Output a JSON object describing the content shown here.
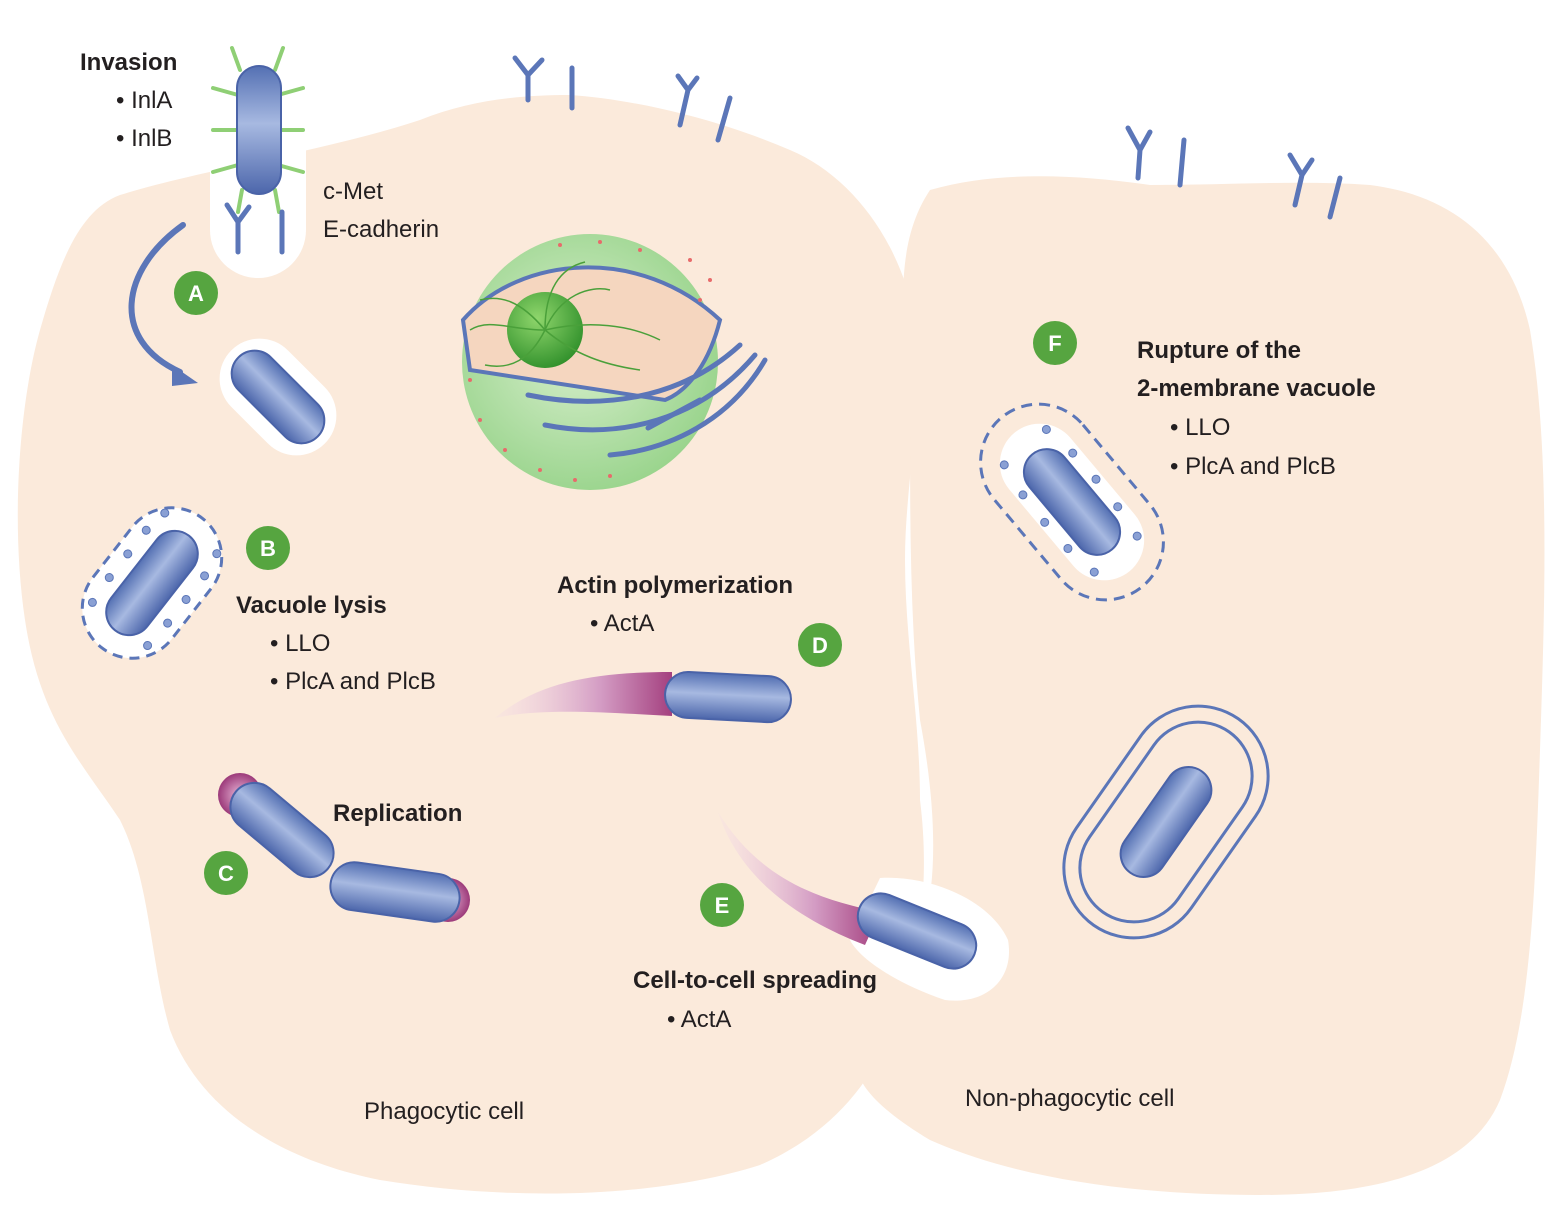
{
  "invasion": {
    "title": "Invasion",
    "items": [
      "• InlA",
      "• InlB"
    ],
    "receptors": [
      "c-Met",
      "E-cadherin"
    ]
  },
  "steps": {
    "a": {
      "badge": "A"
    },
    "b": {
      "badge": "B",
      "title": "Vacuole lysis",
      "items": [
        "• LLO",
        "• PlcA and PlcB"
      ]
    },
    "c": {
      "badge": "C",
      "title": "Replication"
    },
    "d": {
      "badge": "D",
      "title": "Actin polymerization",
      "items": [
        "• ActA"
      ]
    },
    "e": {
      "badge": "E",
      "title": "Cell-to-cell spreading",
      "items": [
        "• ActA"
      ]
    },
    "f": {
      "badge": "F",
      "title_lines": [
        "Rupture of the",
        "2-membrane vacuole"
      ],
      "items": [
        "• LLO",
        "• PlcA and PlcB"
      ]
    }
  },
  "cells": {
    "phagocytic": "Phagocytic cell",
    "non_phagocytic": "Non-phagocytic cell"
  },
  "colors": {
    "cell_fill": "#fbeadb",
    "bacterium": "#6d86c4",
    "membrane_line": "#5b76b8",
    "badge": "#56a540",
    "actin_tail": "#b24d8e",
    "cilia": "#8fcf75"
  }
}
